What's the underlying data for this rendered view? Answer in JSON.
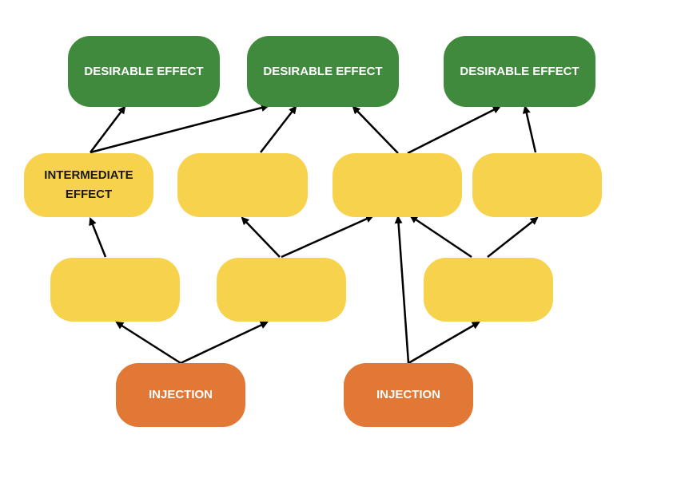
{
  "nodes": {
    "desirable_1": "DESIRABLE EFFECT",
    "desirable_2": "DESIRABLE EFFECT",
    "desirable_3": "DESIRABLE EFFECT",
    "intermediate_1": "INTERMEDIATE EFFECT",
    "intermediate_2": "",
    "intermediate_3": "",
    "intermediate_4": "",
    "middle_1": "",
    "middle_2": "",
    "middle_3": "",
    "injection_1": "INJECTION",
    "injection_2": "INJECTION"
  },
  "colors": {
    "desirable": "#3f8a3c",
    "intermediate": "#f7d24c",
    "injection": "#e27835",
    "arrow": "#000000"
  }
}
